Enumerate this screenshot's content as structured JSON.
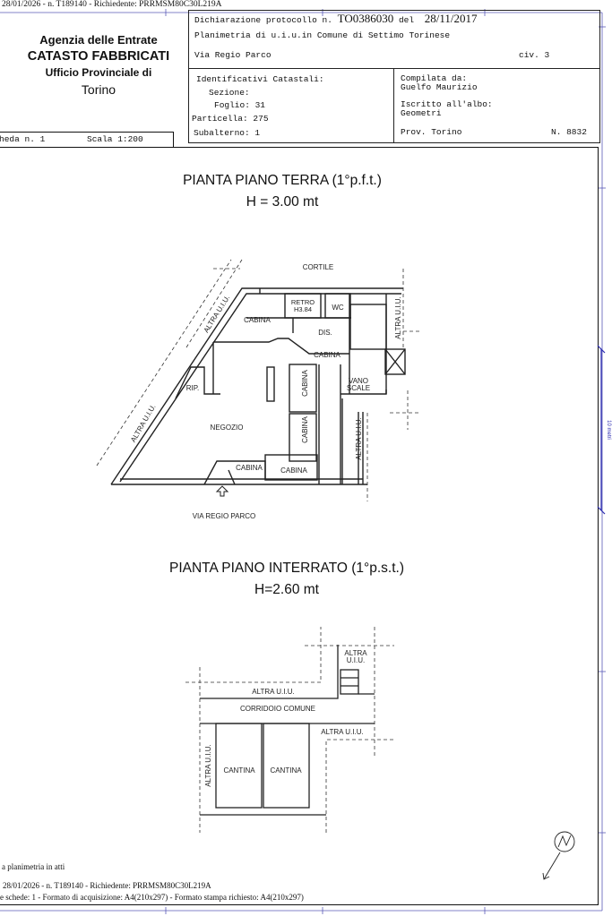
{
  "top_line": "28/01/2026 - n. T189140 - Richiedente: PRRMSM80C30L219A",
  "agency": {
    "name": "Agenzia delle Entrate",
    "dept": "CATASTO FABBRICATI",
    "office": "Ufficio Provinciale di",
    "city": "Torino"
  },
  "header": {
    "protocol_label": "Dichiarazione protocollo n.",
    "protocol_number": "TO0386030",
    "date_label": "del",
    "date": "28/11/2017",
    "plan_line": "Planimetria di u.i.u.in Comune di Settimo Torinese",
    "address": "Via Regio Parco",
    "civ": "civ. 3",
    "ident_title": "Identificativi Catastali:",
    "sezione": "Sezione:",
    "foglio": "Foglio: 31",
    "particella": "Particella: 275",
    "subalterno": "Subalterno: 1",
    "compilata_label": "Compilata da:",
    "compilata_name": "Guelfo Maurizio",
    "albo_label": "Iscritto all'albo:",
    "albo": "Geometri",
    "prov": "Prov. Torino",
    "number": "N. 8832"
  },
  "scheda": {
    "label": "heda n. 1",
    "scale": "Scala 1:200"
  },
  "plan1": {
    "title": "PIANTA PIANO TERRA (1°p.f.t.)",
    "height": "H = 3.00 mt",
    "labels": {
      "cortile": "CORTILE",
      "altra1": "ALTRA U.I.U.",
      "retro": "RETRO",
      "retro_h": "H3.84",
      "wc": "WC",
      "cabina1": "CABINA",
      "dis": "DIS.",
      "cabina2": "CABINA",
      "cabina3": "CABINA",
      "vano": "VANO",
      "scale": "SCALE",
      "rip": "RIP.",
      "negozio": "NEGOZIO",
      "cabina4": "CABINA",
      "altra2": "ALTRA U.I.U.",
      "altra3": "ALTRA U.I.U.",
      "altra4": "ALTRA U.I.U.",
      "cabina5": "CABINA",
      "cabina6": "CABINA",
      "street": "VIA REGIO PARCO"
    }
  },
  "plan2": {
    "title": "PIANTA PIANO INTERRATO (1°p.s.t.)",
    "height": "H=2.60 mt",
    "labels": {
      "altra_top1": "ALTRA",
      "altra_top2": "U.I.U.",
      "altra1": "ALTRA U.I.U.",
      "corridoio": "CORRIDOIO COMUNE",
      "altra2": "ALTRA U.I.U.",
      "altra3": "ALTRA U.I.U.",
      "cantina1": "CANTINA",
      "cantina2": "CANTINA"
    }
  },
  "scale_bar": {
    "label": "10 metri"
  },
  "footer": {
    "line1": "a planimetria in atti",
    "line2": "28/01/2026 - n. T189140 - Richiedente: PRRMSM80C30L219A",
    "line3": "e schede: 1 - Formato di acquisizione: A4(210x297)  - Formato stampa richiesto: A4(210x297)"
  }
}
